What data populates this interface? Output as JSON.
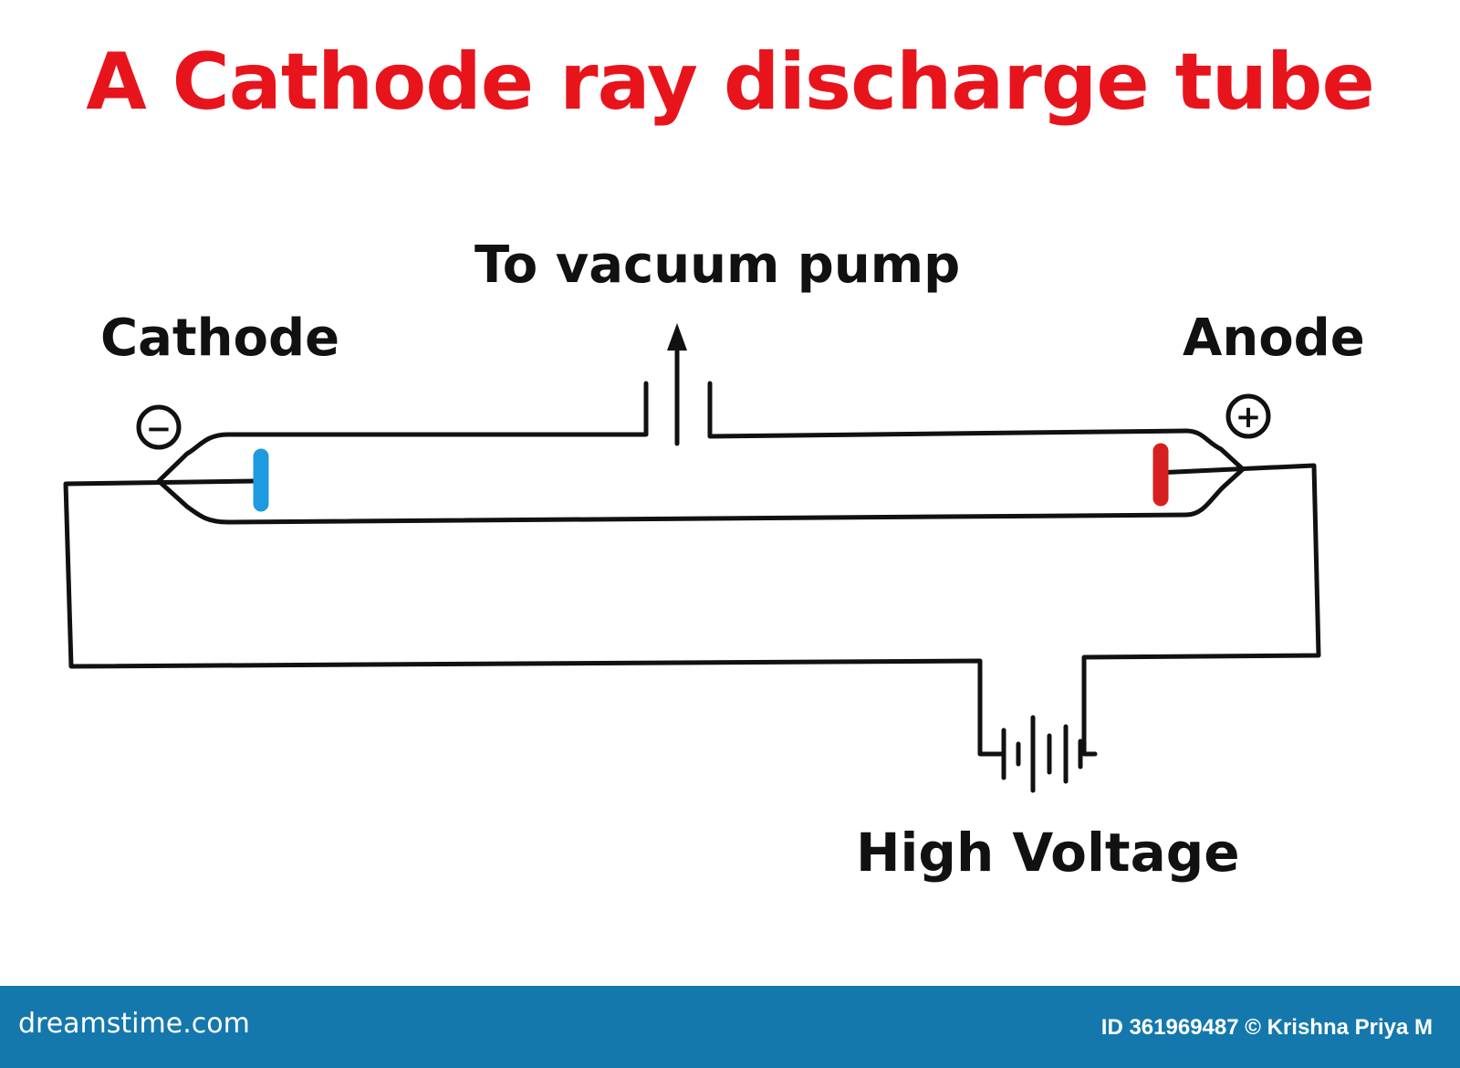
{
  "title": "A Cathode ray discharge tube",
  "labels": {
    "vacuum": "To vacuum pump",
    "cathode": "Cathode",
    "anode": "Anode",
    "high_voltage": "High Voltage",
    "minus_sign": "−",
    "plus_sign": "+"
  },
  "colors": {
    "title": "#e8141c",
    "cathode_plate": "#1e9be0",
    "anode_plate": "#d62020",
    "footer": "#1478ad"
  },
  "footer": {
    "site": "dreamstime.com",
    "credit": "ID 361969487 © Krishna Priya M"
  }
}
